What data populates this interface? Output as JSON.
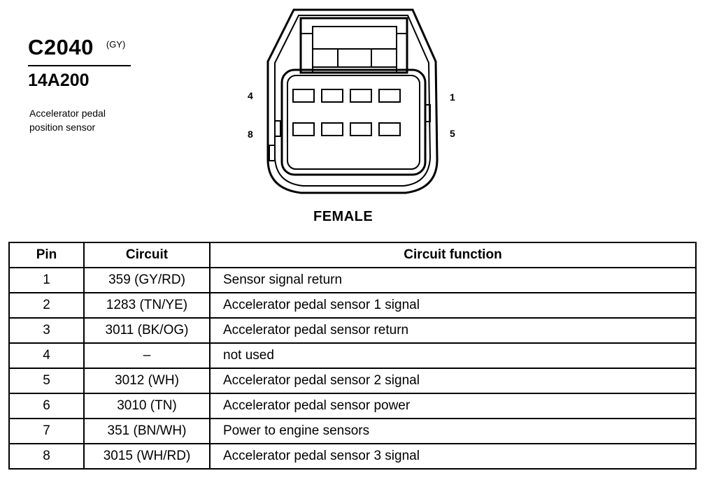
{
  "connector": {
    "id": "C2040",
    "color_code": "(GY)",
    "part_number": "14A200",
    "description_line1": "Accelerator pedal",
    "description_line2": "position sensor",
    "view": "FEMALE",
    "pin_labels": {
      "top_left": "4",
      "top_right": "1",
      "bottom_left": "8",
      "bottom_right": "5"
    }
  },
  "table": {
    "headers": [
      "Pin",
      "Circuit",
      "Circuit function"
    ],
    "rows": [
      {
        "pin": "1",
        "circuit": "359 (GY/RD)",
        "function": "Sensor signal return"
      },
      {
        "pin": "2",
        "circuit": "1283 (TN/YE)",
        "function": "Accelerator pedal sensor 1 signal"
      },
      {
        "pin": "3",
        "circuit": "3011 (BK/OG)",
        "function": "Accelerator pedal sensor return"
      },
      {
        "pin": "4",
        "circuit": "–",
        "function": "not used"
      },
      {
        "pin": "5",
        "circuit": "3012 (WH)",
        "function": "Accelerator pedal sensor 2 signal"
      },
      {
        "pin": "6",
        "circuit": "3010 (TN)",
        "function": "Accelerator pedal sensor power"
      },
      {
        "pin": "7",
        "circuit": "351 (BN/WH)",
        "function": "Power to engine sensors"
      },
      {
        "pin": "8",
        "circuit": "3015 (WH/RD)",
        "function": "Accelerator pedal sensor 3 signal"
      }
    ]
  }
}
